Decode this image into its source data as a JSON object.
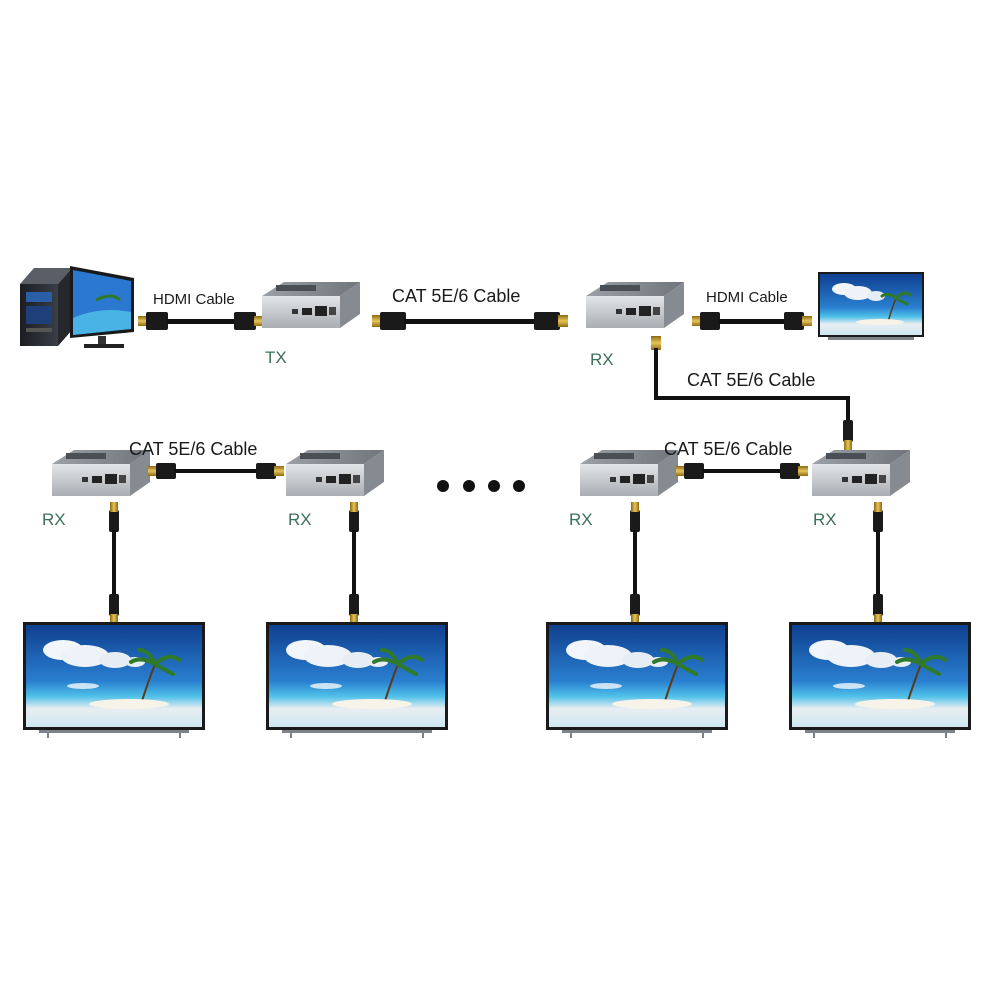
{
  "labels": {
    "hdmi_cable": "HDMI Cable",
    "cat_cable": "CAT 5E/6 Cable",
    "tx": "TX",
    "rx": "RX"
  },
  "colors": {
    "cable": "#111111",
    "connector_gold": "#c9a227",
    "device_body": "#c9ccd0",
    "device_top": "#8e9398",
    "label_green": "#3c7058",
    "sky": "#1f63b8",
    "sea": "#27a8d8",
    "sand": "#e9ecef"
  }
}
